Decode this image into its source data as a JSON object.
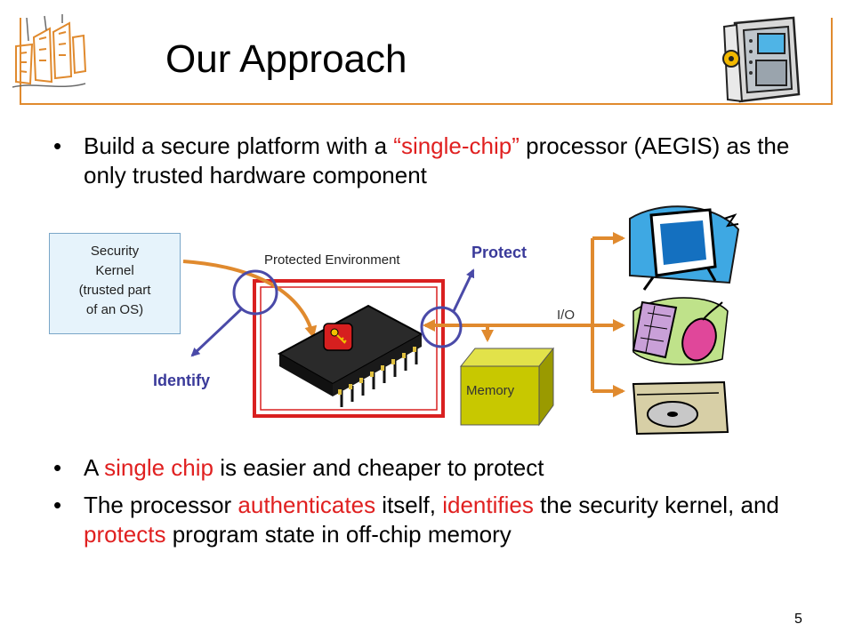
{
  "slide": {
    "title": "Our Approach",
    "page_number": "5"
  },
  "bullets": [
    {
      "marker": "•",
      "segments": [
        {
          "text": "Build a secure platform with a ",
          "highlight": false
        },
        {
          "text": "“single-chip”",
          "highlight": true
        },
        {
          "text": " processor (AEGIS) as the only trusted hardware component",
          "highlight": false
        }
      ]
    },
    {
      "marker": "•",
      "segments": [
        {
          "text": "A ",
          "highlight": false
        },
        {
          "text": "single chip",
          "highlight": true
        },
        {
          "text": " is easier and cheaper to protect",
          "highlight": false
        }
      ]
    },
    {
      "marker": "•",
      "segments": [
        {
          "text": "The processor ",
          "highlight": false
        },
        {
          "text": "authenticates",
          "highlight": true
        },
        {
          "text": " itself, ",
          "highlight": false
        },
        {
          "text": "identifies",
          "highlight": true
        },
        {
          "text": " the security kernel, and ",
          "highlight": false
        },
        {
          "text": "protects",
          "highlight": true
        },
        {
          "text": " program state in off-chip memory",
          "highlight": false
        }
      ]
    }
  ],
  "diagram": {
    "security_kernel_lines": [
      "Security",
      "Kernel",
      "(trusted part",
      "of an OS)"
    ],
    "protected_environment_label": "Protected Environment",
    "protect_label": "Protect",
    "identify_label": "Identify",
    "memory_label": "Memory",
    "io_label": "I/O",
    "icons": [
      "bank-vault-icon",
      "building-logo-icon",
      "chip-icon",
      "key-icon",
      "monitor-icon",
      "keyboard-mouse-icon",
      "disk-drive-icon"
    ]
  },
  "colors": {
    "accent_orange": "#e08a2e",
    "highlight_red": "#e02020",
    "arrow_blue": "#4a4aa8",
    "protect_red": "#d92020",
    "memory_yellow": "#c8c800",
    "label_blue": "#3a3a9a"
  }
}
